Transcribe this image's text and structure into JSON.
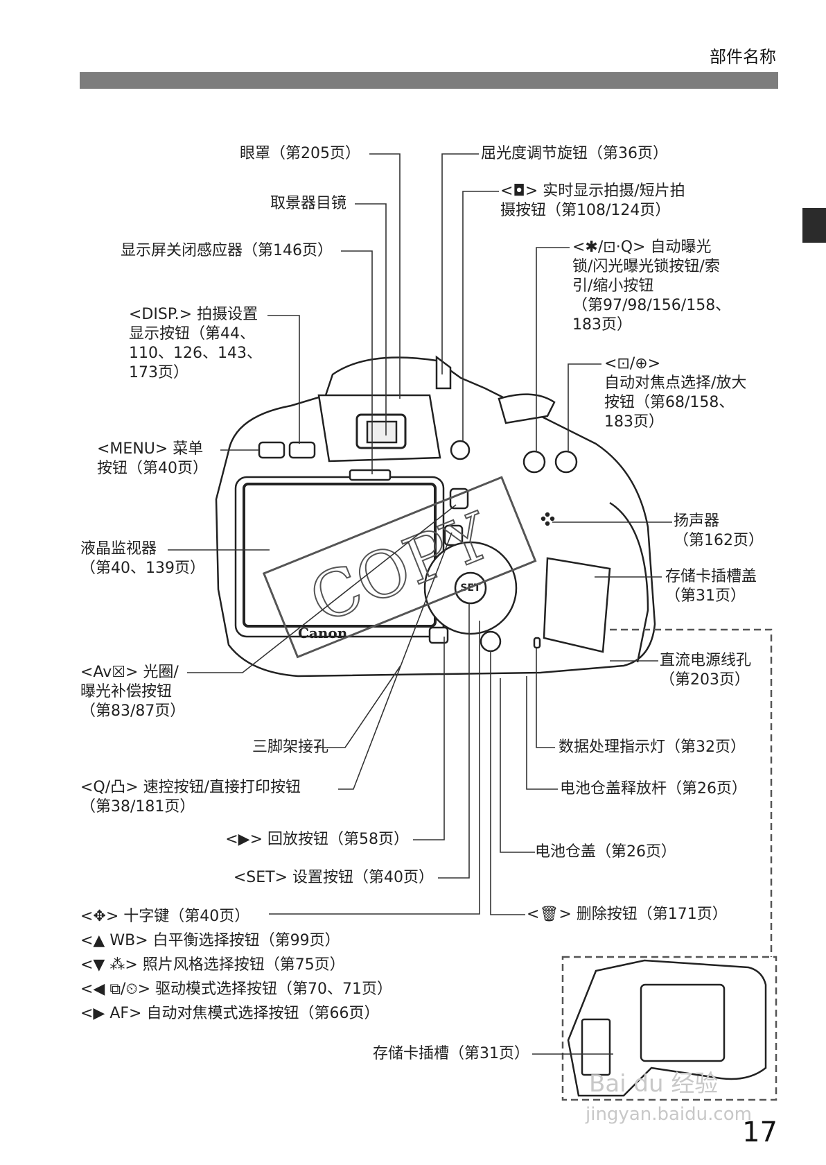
{
  "header": {
    "title": "部件名称"
  },
  "page_number": "17",
  "camera": {
    "brand": "Canon",
    "copy_stamp": "COPY"
  },
  "labels": {
    "eyecup": "眼罩（第205页）",
    "viewfinder_eyepiece": "取景器目镜",
    "display_off_sensor": "显示屏关闭感应器（第146页）",
    "disp_button": [
      "<DISP.> 拍摄设置",
      "显示按钮（第44、",
      "110、126、143、",
      "173页）"
    ],
    "menu_button": [
      "<MENU> 菜单",
      "按钮（第40页）"
    ],
    "lcd_monitor": [
      "液晶监视器",
      "（第40、139页）"
    ],
    "av_button": [
      "<Av☒> 光圈/",
      "曝光补偿按钮",
      "（第83/87页）"
    ],
    "tripod_socket": "三脚架接孔",
    "q_button": [
      "<Q/凸> 速控按钮/直接打印按钮",
      "（第38/181页）"
    ],
    "playback_button": "<▶> 回放按钮（第58页）",
    "set_button": "<SET> 设置按钮（第40页）",
    "cross_keys": [
      "<✥> 十字键（第40页）",
      "<▲ WB> 白平衡选择按钮（第99页）",
      "<▼ ⁂> 照片风格选择按钮（第75页）",
      "<◀ ⧉/⏲> 驱动模式选择按钮（第70、71页）",
      "<▶ AF> 自动对焦模式选择按钮（第66页）"
    ],
    "card_slot": "存储卡插槽（第31页）",
    "dioptric_knob": "屈光度调节旋钮（第36页）",
    "live_view_button": [
      "<◘> 实时显示拍摄/短片拍",
      "摄按钮（第108/124页）"
    ],
    "ae_lock_button": [
      "<✱/⊡·Q> 自动曝光",
      "锁/闪光曝光锁按钮/索",
      "引/缩小按钮",
      "（第97/98/156/158、",
      "183页）"
    ],
    "af_point_button": [
      "<⊡/⊕>",
      "自动对焦点选择/放大",
      "按钮（第68/158、",
      "183页）"
    ],
    "speaker": [
      "扬声器",
      "（第162页）"
    ],
    "card_slot_cover": [
      "存储卡插槽盖",
      "（第31页）"
    ],
    "dc_cord_hole": [
      "直流电源线孔",
      "（第203页）"
    ],
    "access_lamp": "数据处理指示灯（第32页）",
    "battery_lever": "电池仓盖释放杆（第26页）",
    "battery_cover": "电池仓盖（第26页）",
    "erase_button": "<🗑> 删除按钮（第171页）"
  },
  "watermark": {
    "line1": "Bai du 经验",
    "line2": "jingyan.baidu.com"
  }
}
